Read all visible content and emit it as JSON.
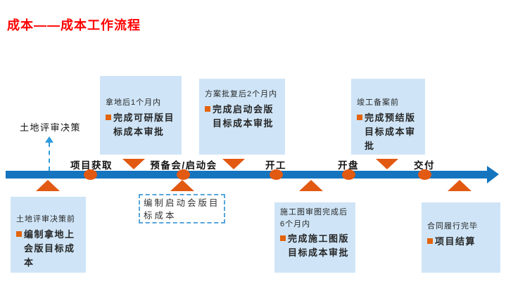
{
  "title": "成本——成本工作流程",
  "decision_note": {
    "label": "土地评审决策"
  },
  "timeline": {
    "milestones": [
      {
        "label": "项目获取"
      },
      {
        "label": "预备会/启动会"
      },
      {
        "label": "开工"
      },
      {
        "label": "开盘"
      },
      {
        "label": "交付"
      }
    ]
  },
  "boxes_above": [
    {
      "condition": "拿地后1个月内",
      "task": "完成可研版目标成本审批"
    },
    {
      "condition": "方案批复后2个月内",
      "task": "完成启动会版目标成本审批"
    },
    {
      "condition": "竣工备案前",
      "task": "完成预结版目标成本审批"
    }
  ],
  "boxes_below": [
    {
      "condition": "土地评审决策前",
      "task": "编制拿地上会版目标成本"
    },
    {
      "note": "编制启动会版目标成本"
    },
    {
      "condition": "施工图审图完成后6个月内",
      "task": "完成施工图版目标成本审批"
    },
    {
      "condition": "合同履行完毕",
      "task": "项目结算"
    }
  ],
  "colors": {
    "title_red": "#FF0000",
    "timeline_blue": "#1474BE",
    "marker_orange": "#E25912",
    "box_blue": "#CFE5F7",
    "bullet_orange": "#E3640C",
    "dashed_border_blue": "#55A6DC"
  }
}
